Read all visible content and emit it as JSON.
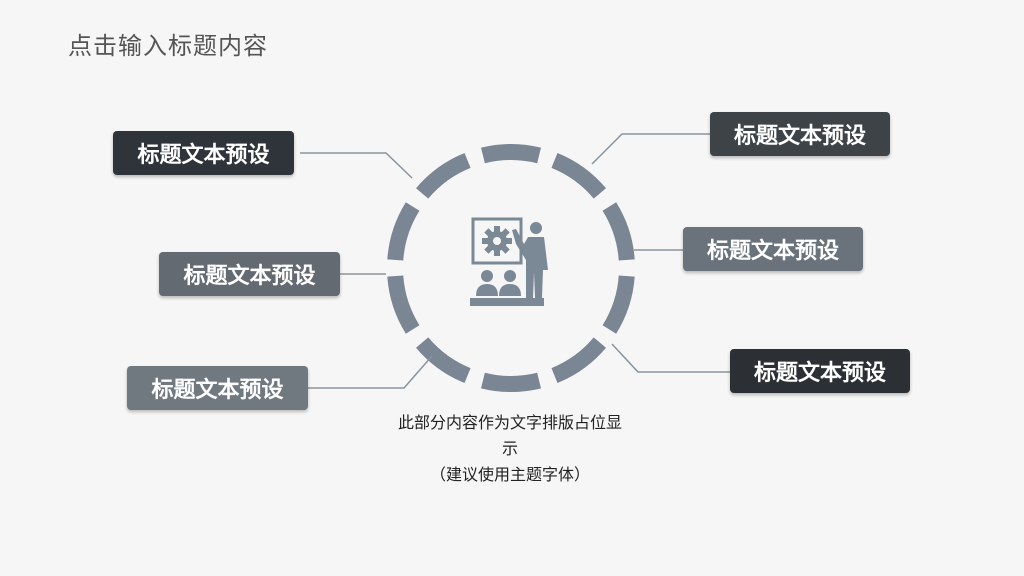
{
  "slide": {
    "title": "点击输入标题内容"
  },
  "labels": [
    {
      "text": "标题文本预设",
      "color": "#2f343a"
    },
    {
      "text": "标题文本预设",
      "color": "#646a71"
    },
    {
      "text": "标题文本预设",
      "color": "#707980"
    },
    {
      "text": "标题文本预设",
      "color": "#3e4347"
    },
    {
      "text": "标题文本预设",
      "color": "#6a737b"
    },
    {
      "text": "标题文本预设",
      "color": "#2c2f33"
    }
  ],
  "caption": {
    "line1": "此部分内容作为文字排版占位显",
    "line2": "示",
    "line3": "（建议使用主题字体）"
  },
  "colors": {
    "ring": "#7a8693",
    "connector": "#8a939c",
    "icon": "#7b8896"
  },
  "center_icon": "presentation-teacher-icon"
}
